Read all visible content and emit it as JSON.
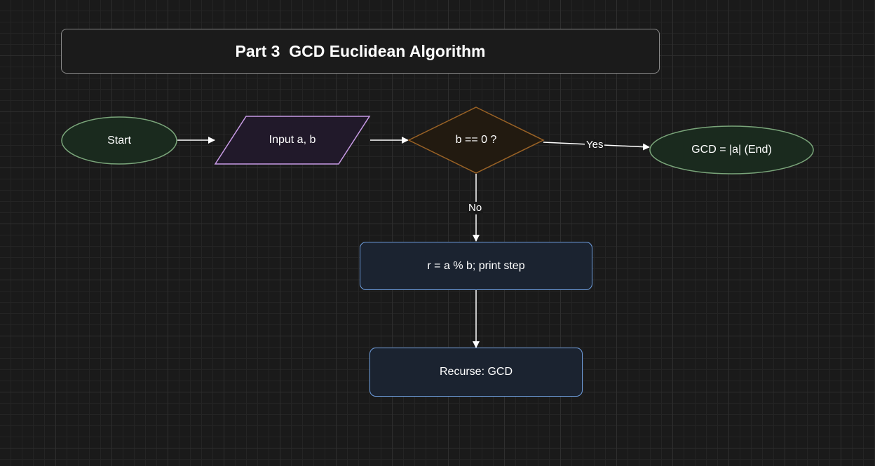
{
  "diagram": {
    "title": "Part 3  GCD Euclidean Algorithm",
    "nodes": {
      "start": "Start",
      "input": "Input a, b",
      "decision": "b == 0 ?",
      "end": "GCD = |a| (End)",
      "process": "r = a % b; print step",
      "recurse": "Recurse: GCD"
    },
    "edges": {
      "yes_label": "Yes",
      "no_label": "No"
    },
    "colors": {
      "terminal_fill": "#1a2a1e",
      "terminal_stroke": "#7aa57a",
      "input_fill": "#21192a",
      "input_stroke": "#c89be6",
      "decision_fill": "#221a10",
      "decision_stroke": "#9a6225",
      "process_fill": "#1b2330",
      "process_stroke": "#6f9fe0",
      "edge": "#ffffff"
    }
  }
}
